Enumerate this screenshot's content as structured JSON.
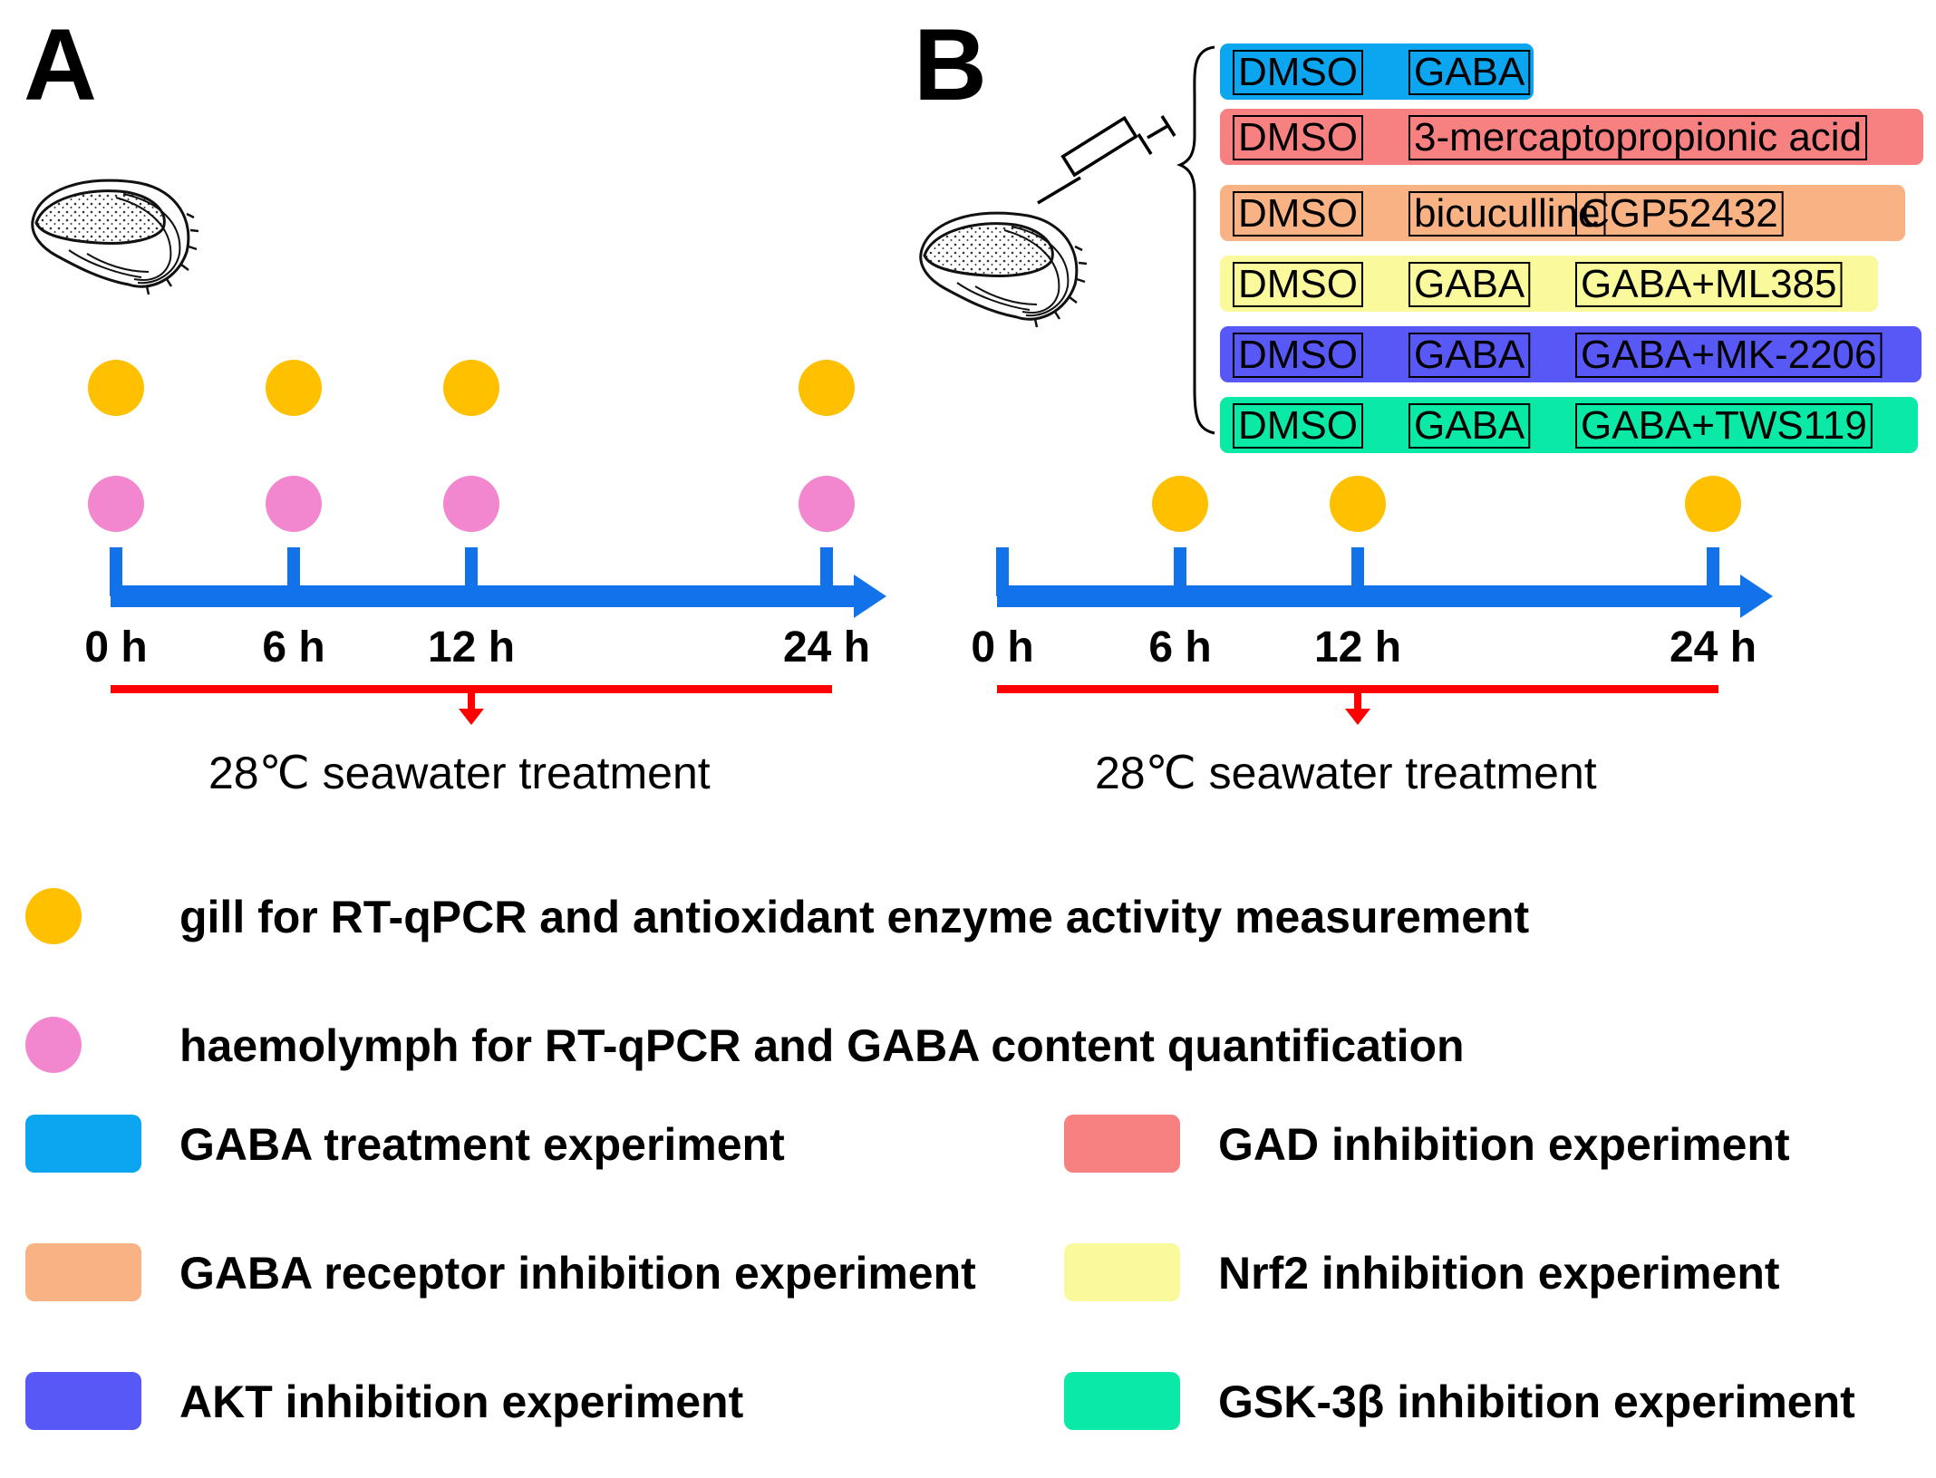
{
  "panel_a": {
    "letter": "A",
    "time_labels": [
      "0 h",
      "6 h",
      "12 h",
      "24 h"
    ],
    "treatment_label": "28℃ seawater treatment",
    "gill_timepoints": [
      "0 h",
      "6 h",
      "12 h",
      "24 h"
    ],
    "haemolymph_timepoints": [
      "0 h",
      "6 h",
      "12 h",
      "24 h"
    ]
  },
  "panel_b": {
    "letter": "B",
    "time_labels": [
      "0 h",
      "6 h",
      "12 h",
      "24 h"
    ],
    "treatment_label": "28℃ seawater treatment",
    "gill_timepoints": [
      "6 h",
      "12 h",
      "24 h"
    ],
    "injection_groups": [
      {
        "experiment": "GABA treatment experiment",
        "color": "#0BA5F0",
        "drugs": [
          "DMSO",
          "GABA"
        ]
      },
      {
        "experiment": "GAD inhibition experiment",
        "color": "#F78080",
        "drugs": [
          "DMSO",
          "3-mercaptopropionic acid"
        ]
      },
      {
        "experiment": "GABA receptor inhibition experiment",
        "color": "#F8B283",
        "drugs": [
          "DMSO",
          "bicuculline",
          "CGP52432"
        ]
      },
      {
        "experiment": "Nrf2 inhibition experiment",
        "color": "#FAFA9C",
        "drugs": [
          "DMSO",
          "GABA",
          "GABA+ML385"
        ]
      },
      {
        "experiment": "AKT inhibition experiment",
        "color": "#5858F6",
        "drugs": [
          "DMSO",
          "GABA",
          "GABA+MK-2206"
        ]
      },
      {
        "experiment": "GSK-3β inhibition experiment",
        "color": "#0AEAA6",
        "drugs": [
          "DMSO",
          "GABA",
          "GABA+TWS119"
        ]
      }
    ]
  },
  "legend": {
    "gill": "gill for RT-qPCR and antioxidant enzyme activity measurement",
    "haemolymph": "haemolymph for RT-qPCR and GABA content quantification",
    "experiments": [
      {
        "label": "GABA treatment experiment",
        "color": "#0BA5F0"
      },
      {
        "label": "GAD inhibition experiment",
        "color": "#F78080"
      },
      {
        "label": "GABA receptor inhibition experiment",
        "color": "#F8B283"
      },
      {
        "label": "Nrf2 inhibition experiment",
        "color": "#FAFA9C"
      },
      {
        "label": "AKT inhibition experiment",
        "color": "#5858F6"
      },
      {
        "label": "GSK-3β inhibition experiment",
        "color": "#0AEAA6"
      }
    ]
  },
  "colors": {
    "gill_dot": "#FFC000",
    "haemolymph_dot": "#F287D0",
    "timeline_arrow": "#1272EA",
    "treatment_bar": "#FF0000"
  }
}
